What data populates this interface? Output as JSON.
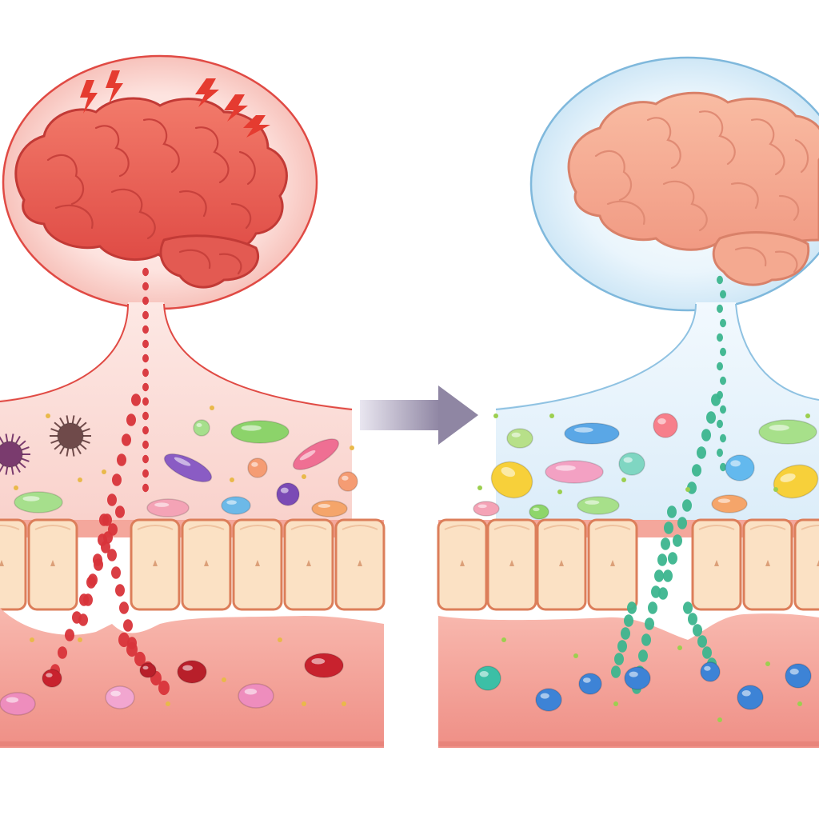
{
  "figure": {
    "left_panel": {
      "state": "inflamed",
      "theme_color": "#e2504b",
      "glow_color": "#f6b7b1"
    },
    "right_panel": {
      "state": "balanced",
      "theme_color": "#7fb8dc",
      "glow_color": "#cfe7f6"
    },
    "arrow": {
      "direction": "right",
      "color": "#8f86a3"
    },
    "icons": [
      "brain-icon",
      "lightning-bolt-icon",
      "bacteria-icon",
      "epithelial-cell-icon",
      "signal-molecule-icon"
    ],
    "colors": {
      "brain_inflamed": "#ee6a5e",
      "brain_calm": "#f6a98f",
      "cell_fill": "#fbe1c4",
      "cell_border": "#dc7e5a",
      "tissue": "#f3a39a",
      "signal_inflamed": "#d8343a",
      "signal_calm": "#3cb58e"
    }
  }
}
